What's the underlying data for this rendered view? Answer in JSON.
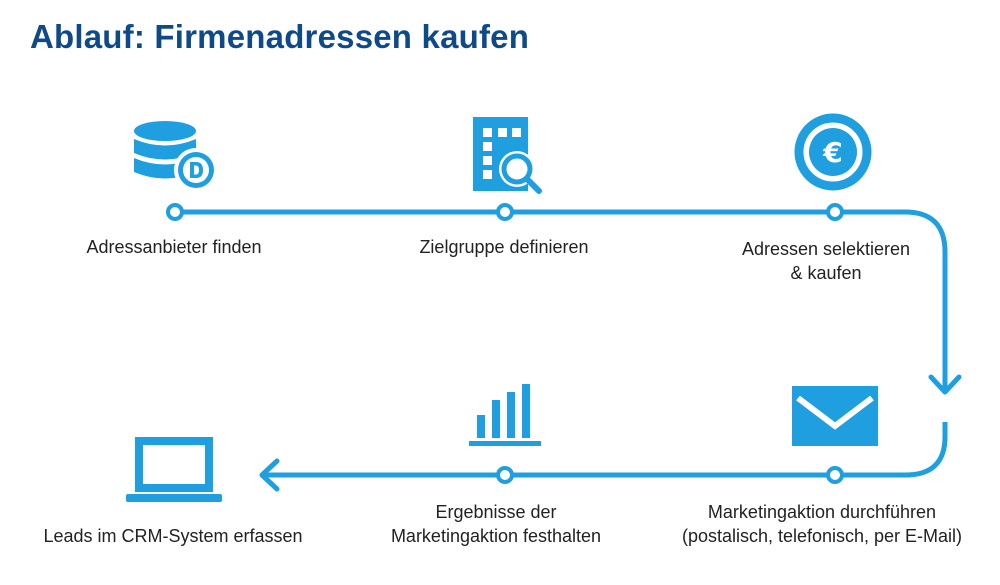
{
  "title": "Ablauf: Firmenadressen kaufen",
  "colors": {
    "accent": "#1f9fe0",
    "title": "#0e4a8a",
    "text": "#222222"
  },
  "steps": [
    {
      "icon": "database-icon",
      "lines": [
        "Adressanbieter finden"
      ]
    },
    {
      "icon": "building-search-icon",
      "lines": [
        "Zielgruppe definieren"
      ]
    },
    {
      "icon": "euro-coin-icon",
      "lines": [
        "Adressen selektieren",
        "& kaufen"
      ]
    },
    {
      "icon": "envelope-icon",
      "lines": [
        "Marketingaktion durchführen",
        "(postalisch, telefonisch, per E-Mail)"
      ]
    },
    {
      "icon": "bar-chart-icon",
      "lines": [
        "Ergebnisse der",
        "Marketingaktion festhalten"
      ]
    },
    {
      "icon": "laptop-icon",
      "lines": [
        "Leads im CRM-System erfassen"
      ]
    }
  ]
}
